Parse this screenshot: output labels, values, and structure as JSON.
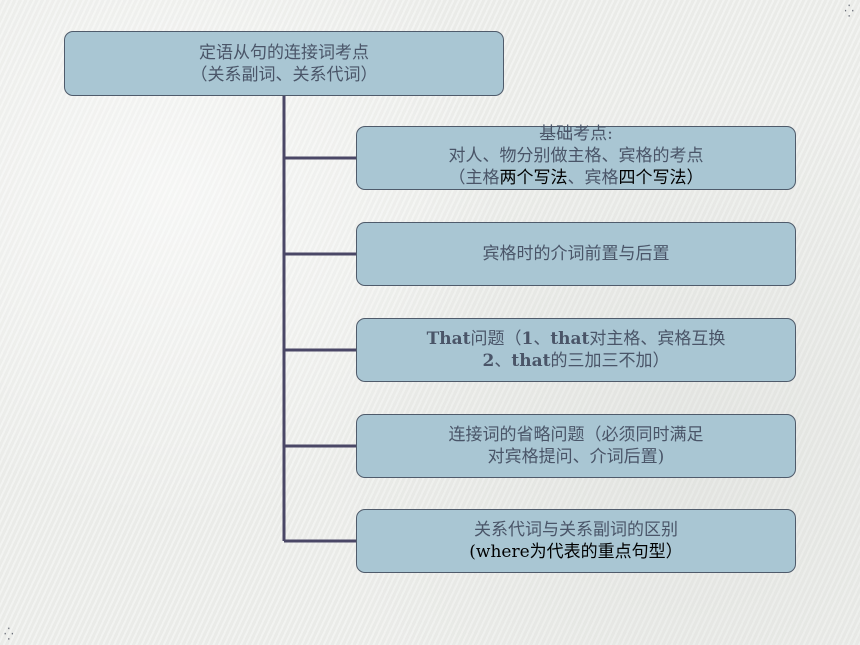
{
  "root": {
    "line1": "定语从句的连接词考点",
    "line2": "（关系副词、关系代词）"
  },
  "children": [
    {
      "line1": "基础考点:",
      "line2": "对人、物分别做主格、宾格的考点",
      "line3_parts": [
        "（主格",
        "两个写法",
        "、宾格",
        "四个写法）"
      ]
    },
    {
      "line1": "宾格时的介词前置与后置"
    },
    {
      "line1_parts": [
        "That",
        "问题（",
        "1",
        "、",
        "that",
        "对主格、宾格互换"
      ],
      "line2_parts": [
        "2",
        "、",
        "that",
        "的三加三不加）"
      ]
    },
    {
      "line1": "连接词的省略问题（必须同时满足",
      "line2": "对宾格提问、介词后置)"
    },
    {
      "line1": "关系代词与关系副词的区别",
      "line2": "(where为代表的重点句型）"
    }
  ],
  "colors": {
    "node_fill": "#a9c6d3",
    "node_border": "#4f5b6b",
    "connector": "#4a4766",
    "text": "#4a5568",
    "emphasis": "#000000"
  }
}
